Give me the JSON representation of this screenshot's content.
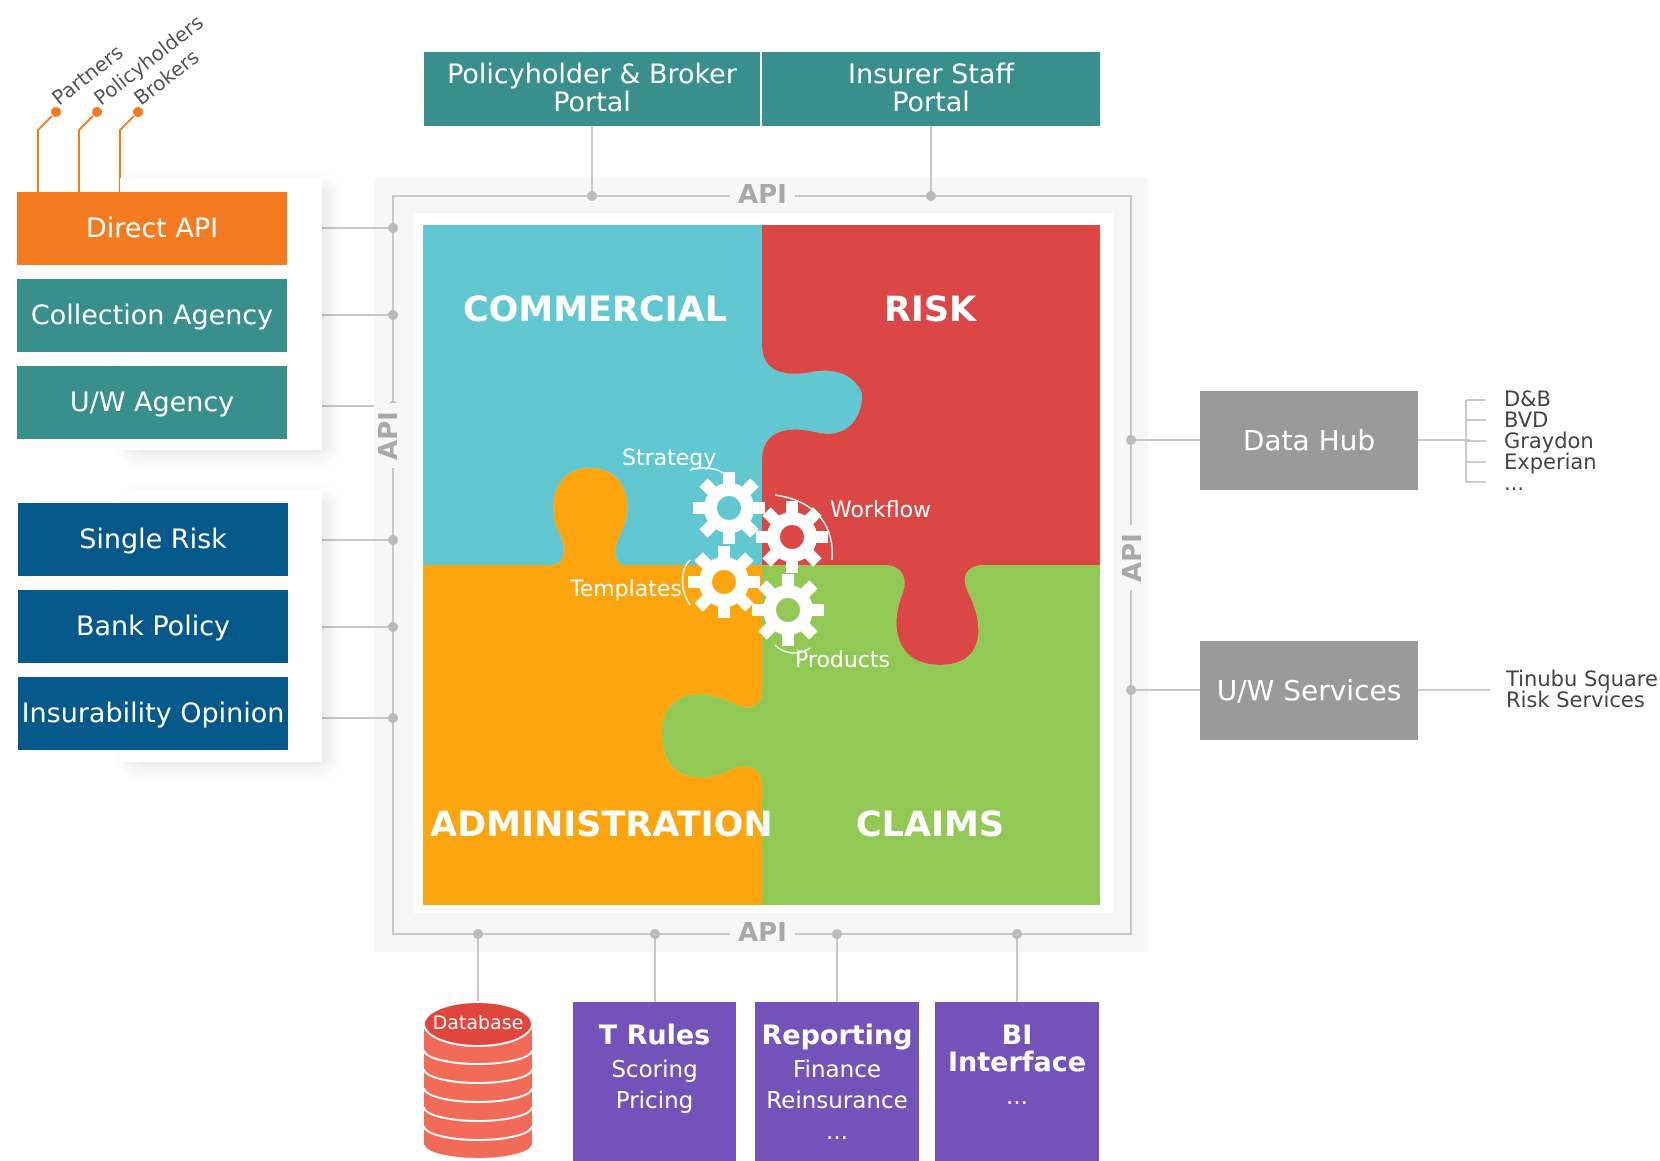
{
  "portals": {
    "left": [
      "Policyholder & Broker",
      "Portal"
    ],
    "right": [
      "Insurer Staff",
      "Portal"
    ]
  },
  "api": {
    "label": "API"
  },
  "channels": {
    "partners": "Partners",
    "policyholders": "Policyholders",
    "brokers": "Brokers"
  },
  "left_group_1": [
    "Direct API",
    "Collection Agency",
    "U/W Agency"
  ],
  "left_group_2": [
    "Single Risk",
    "Bank Policy",
    "Insurability Opinion"
  ],
  "quadrants": {
    "commercial": "COMMERCIAL",
    "risk": "RISK",
    "administration": "ADMINISTRATION",
    "claims": "CLAIMS"
  },
  "gears": {
    "strategy": "Strategy",
    "workflow": "Workflow",
    "templates": "Templates",
    "products": "Products"
  },
  "right_services": {
    "data_hub": "Data Hub",
    "data_hub_sources": [
      "D&B",
      "BVD",
      "Graydon",
      "Experian",
      "..."
    ],
    "uw_services": "U/W Services",
    "uw_services_provider": [
      "Tinubu Square",
      "Risk Services"
    ]
  },
  "bottom": {
    "database": "Database",
    "t_rules": {
      "title": "T Rules",
      "items": [
        "Scoring",
        "Pricing"
      ]
    },
    "reporting": {
      "title": "Reporting",
      "items": [
        "Finance",
        "Reinsurance",
        "..."
      ]
    },
    "bi": {
      "title": [
        "BI",
        "Interface"
      ],
      "items": [
        "..."
      ]
    }
  },
  "colors": {
    "teal": "#388f8b",
    "orange_api": "#f47b20",
    "navy": "#04588a",
    "grey": "#9a9a9a",
    "commercial": "#61c8d2",
    "risk": "#db4745",
    "administration": "#fca50e",
    "claims": "#92c954",
    "purple": "#7352b9",
    "database": "#f26b58"
  }
}
